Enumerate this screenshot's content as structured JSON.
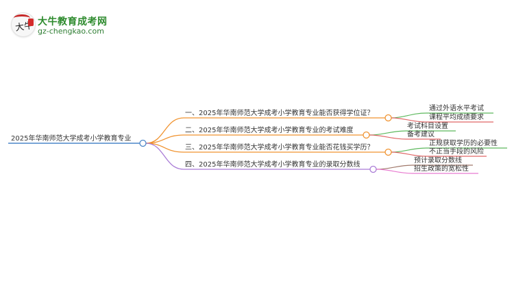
{
  "logo": {
    "title": "大牛教育成考网",
    "url": "gz-chengkao.com",
    "badge_glyph": "大牛"
  },
  "root": {
    "label": "2025年华南师范大学成考小学教育专业",
    "line_color": "#4a86c8"
  },
  "branches": [
    {
      "label": "一、2025年华南师范大学成考小学教育专业能否获得学位证？",
      "color": "#f0922e",
      "children": [
        {
          "label": "通过外语水平考试",
          "color": "#5cb85c"
        },
        {
          "label": "课程平均成绩要求",
          "color": "#e06666"
        }
      ]
    },
    {
      "label": "二、2025年华南师范大学成考小学教育专业的考试难度",
      "color": "#f0922e",
      "children": [
        {
          "label": "考试科目设置",
          "color": "#5cb85c"
        },
        {
          "label": "备考建议",
          "color": "#e06666"
        }
      ]
    },
    {
      "label": "三、2025年华南师范大学成考小学教育专业能否花钱买学历？",
      "color": "#f0922e",
      "children": [
        {
          "label": "正规获取学历的必要性",
          "color": "#5cb85c"
        },
        {
          "label": "不正当手段的风险",
          "color": "#e06666"
        }
      ]
    },
    {
      "label": "四、2025年华南师范大学成考小学教育专业的录取分数线",
      "color": "#a97bd6",
      "children": [
        {
          "label": "预计录取分数线",
          "color": "#a0786a"
        },
        {
          "label": "招生政策的宽松性",
          "color": "#e87bd0"
        }
      ]
    }
  ]
}
